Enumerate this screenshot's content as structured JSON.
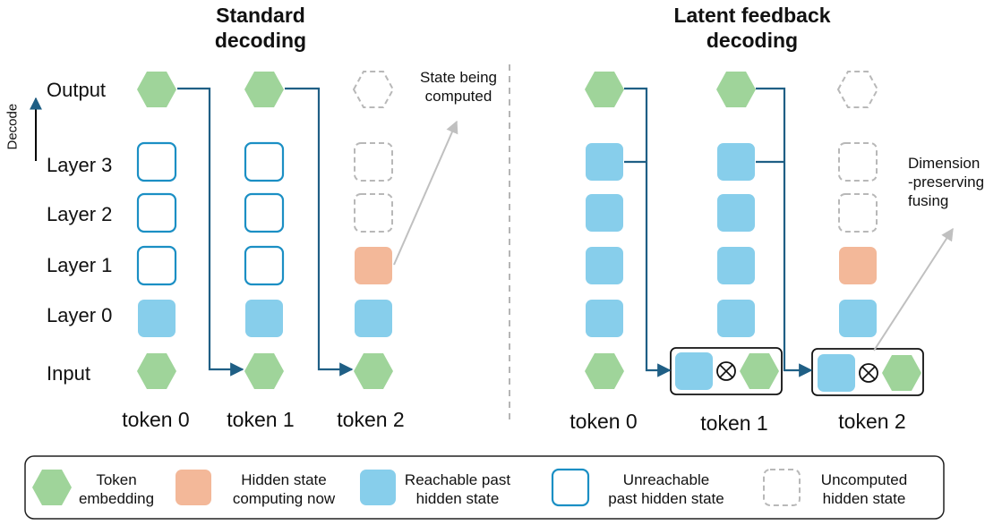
{
  "colors": {
    "embedding": "#9fd49a",
    "computing": "#f3b899",
    "reachable": "#87ceeb",
    "unreachable_border": "#1b8fc4",
    "uncomputed_border": "#b8b8b8",
    "arrow": "#1f5f85",
    "pointer": "#c0c0c0"
  },
  "left": {
    "title": [
      "Standard",
      "decoding"
    ],
    "axis_label": "Decode",
    "row_labels": {
      "output": "Output",
      "layer3": "Layer 3",
      "layer2": "Layer 2",
      "layer1": "Layer 1",
      "layer0": "Layer 0",
      "input": "Input"
    },
    "tokens": [
      "token 0",
      "token 1",
      "token 2"
    ],
    "annotation": [
      "State being",
      "computed"
    ]
  },
  "right": {
    "title": [
      "Latent feedback",
      "decoding"
    ],
    "tokens": [
      "token 0",
      "token 1",
      "token 2"
    ],
    "annotation": [
      "Dimension",
      "-preserving",
      "fusing"
    ],
    "fusion_symbol": "⊗"
  },
  "legend": [
    {
      "icon": "embedding",
      "label": [
        "Token",
        "embedding"
      ]
    },
    {
      "icon": "computing",
      "label": [
        "Hidden state",
        "computing now"
      ]
    },
    {
      "icon": "reachable",
      "label": [
        "Reachable past",
        "hidden state"
      ]
    },
    {
      "icon": "unreachable",
      "label": [
        "Unreachable",
        "past hidden state"
      ]
    },
    {
      "icon": "uncomputed",
      "label": [
        "Uncomputed",
        "hidden state"
      ]
    }
  ]
}
